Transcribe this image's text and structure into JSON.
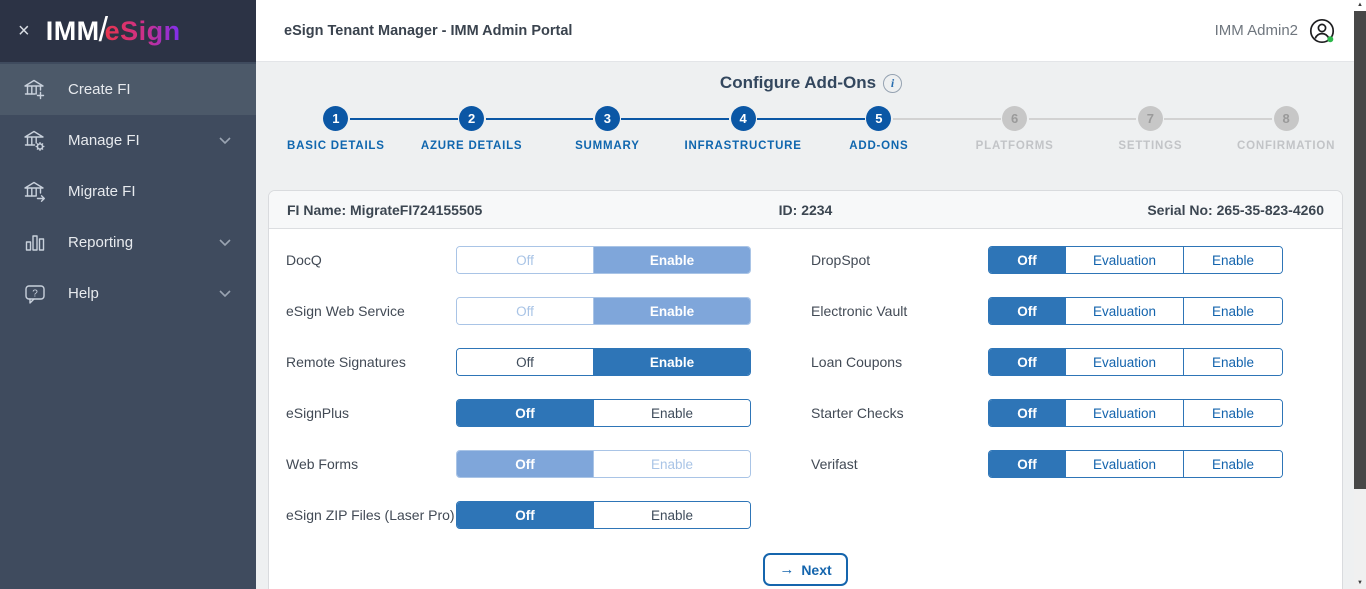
{
  "header": {
    "title": "eSign Tenant Manager - IMM Admin Portal",
    "user_name": "IMM Admin2"
  },
  "logo": {
    "imm": "IMM",
    "slash": "/",
    "esign": "eSign",
    "close_glyph": "×"
  },
  "sidebar": {
    "items": [
      {
        "label": "Create FI",
        "icon": "bank-plus-icon",
        "expandable": false,
        "active": true
      },
      {
        "label": "Manage FI",
        "icon": "bank-gear-icon",
        "expandable": true,
        "active": false
      },
      {
        "label": "Migrate FI",
        "icon": "bank-arrow-icon",
        "expandable": false,
        "active": false
      },
      {
        "label": "Reporting",
        "icon": "bar-chart-icon",
        "expandable": true,
        "active": false
      },
      {
        "label": "Help",
        "icon": "help-bubble-icon",
        "expandable": true,
        "active": false
      }
    ]
  },
  "wizard": {
    "title": "Configure Add-Ons",
    "info_glyph": "i",
    "steps": [
      {
        "num": "1",
        "label": "BASIC DETAILS",
        "state": "done"
      },
      {
        "num": "2",
        "label": "AZURE DETAILS",
        "state": "done"
      },
      {
        "num": "3",
        "label": "SUMMARY",
        "state": "done"
      },
      {
        "num": "4",
        "label": "INFRASTRUCTURE",
        "state": "done"
      },
      {
        "num": "5",
        "label": "ADD-ONS",
        "state": "current"
      },
      {
        "num": "6",
        "label": "PLATFORMS",
        "state": "upcoming"
      },
      {
        "num": "7",
        "label": "SETTINGS",
        "state": "upcoming"
      },
      {
        "num": "8",
        "label": "CONFIRMATION",
        "state": "upcoming"
      }
    ]
  },
  "fi_info": {
    "name": "FI Name: MigrateFI724155505",
    "id": "ID: 2234",
    "serial": "Serial No: 265-35-823-4260"
  },
  "addons": {
    "left": [
      {
        "label": "DocQ",
        "options": [
          "Off",
          "Enable"
        ],
        "selected": "Enable",
        "disabled": true
      },
      {
        "label": "eSign Web Service",
        "options": [
          "Off",
          "Enable"
        ],
        "selected": "Enable",
        "disabled": true
      },
      {
        "label": "Remote Signatures",
        "options": [
          "Off",
          "Enable"
        ],
        "selected": "Enable",
        "disabled": false
      },
      {
        "label": "eSignPlus",
        "options": [
          "Off",
          "Enable"
        ],
        "selected": "Off",
        "disabled": false
      },
      {
        "label": "Web Forms",
        "options": [
          "Off",
          "Enable"
        ],
        "selected": "Off",
        "disabled": true
      },
      {
        "label": "eSign ZIP Files (Laser Pro)",
        "options": [
          "Off",
          "Enable"
        ],
        "selected": "Off",
        "disabled": false
      }
    ],
    "right": [
      {
        "label": "DropSpot",
        "options": [
          "Off",
          "Evaluation",
          "Enable"
        ],
        "selected": "Off",
        "disabled": false
      },
      {
        "label": "Electronic Vault",
        "options": [
          "Off",
          "Evaluation",
          "Enable"
        ],
        "selected": "Off",
        "disabled": false
      },
      {
        "label": "Loan Coupons",
        "options": [
          "Off",
          "Evaluation",
          "Enable"
        ],
        "selected": "Off",
        "disabled": false
      },
      {
        "label": "Starter Checks",
        "options": [
          "Off",
          "Evaluation",
          "Enable"
        ],
        "selected": "Off",
        "disabled": false
      },
      {
        "label": "Verifast",
        "options": [
          "Off",
          "Evaluation",
          "Enable"
        ],
        "selected": "Off",
        "disabled": false
      }
    ]
  },
  "next": {
    "arrow": "→",
    "label": "Next"
  },
  "scrollbar": {
    "up_glyph": "▲",
    "down_glyph": "▼"
  },
  "colors": {
    "accent_blue": "#0b57a5",
    "toggle_blue": "#2e75b7",
    "muted_blue": "#7fa6da",
    "sidebar_bg": "#3f4b5e",
    "sidebar_top_bg": "#2c3345",
    "online_green": "#2db84b"
  }
}
